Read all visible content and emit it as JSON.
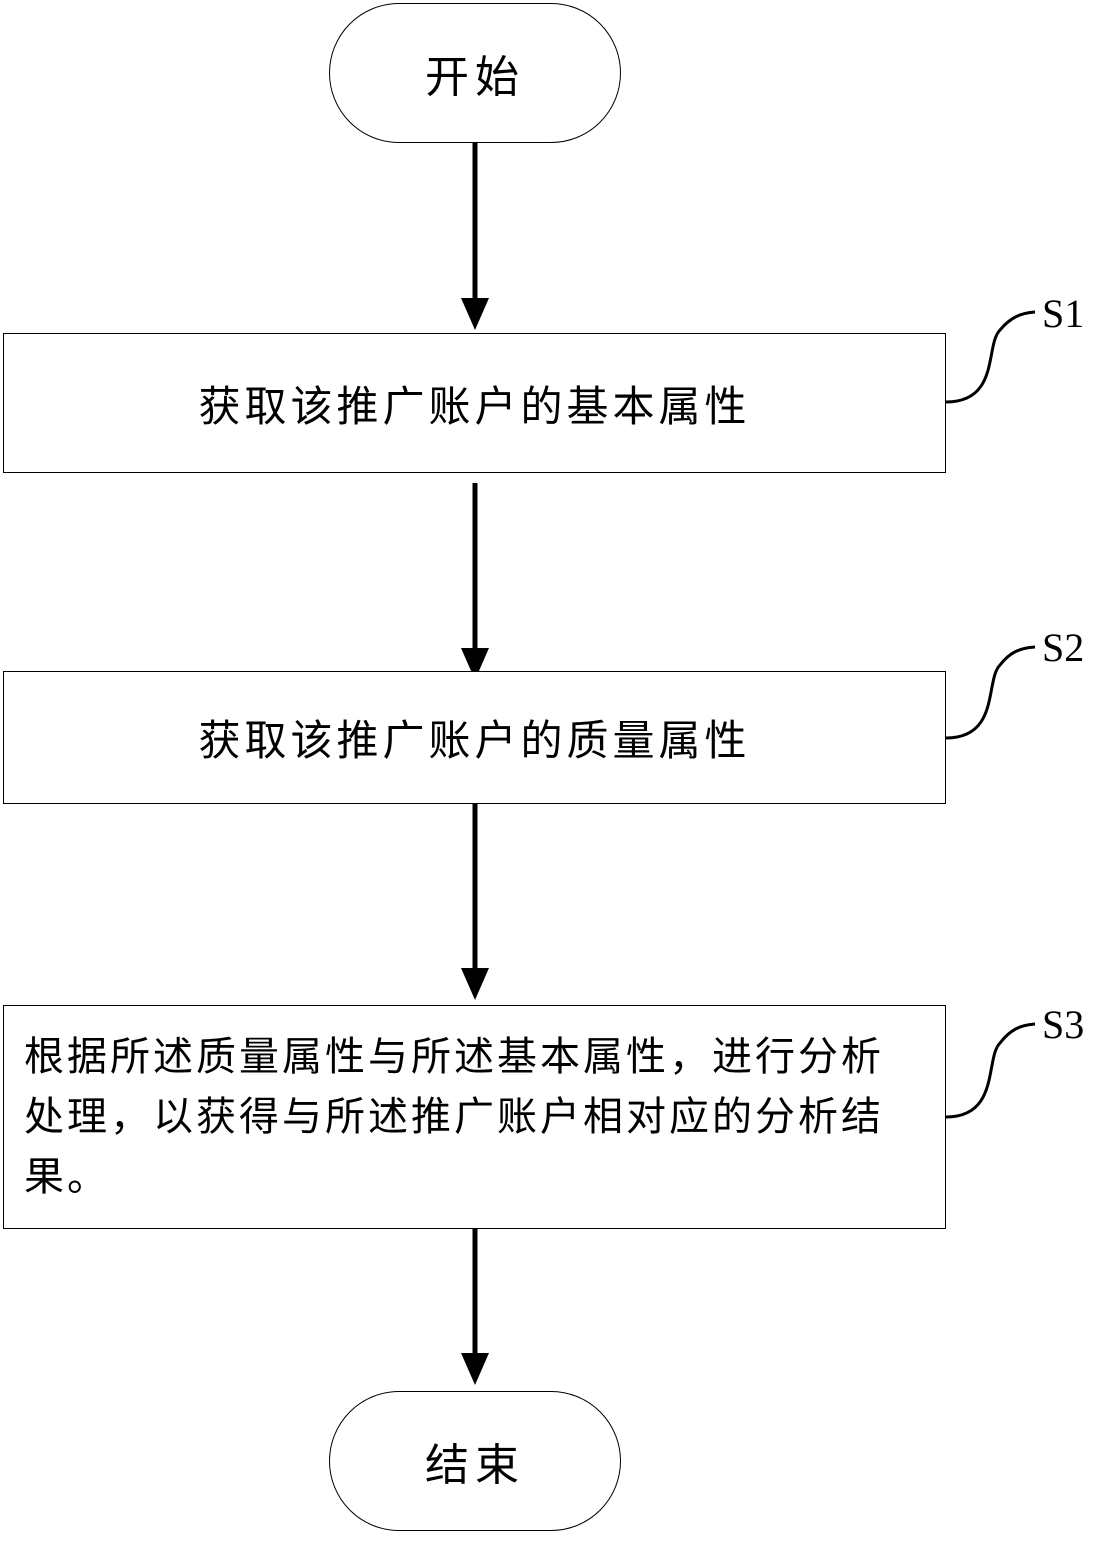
{
  "flowchart": {
    "start": "开始",
    "end": "结束",
    "steps": [
      {
        "id": "S1",
        "text": "获取该推广账户的基本属性"
      },
      {
        "id": "S2",
        "text": "获取该推广账户的质量属性"
      },
      {
        "id": "S3",
        "text": "根据所述质量属性与所述基本属性，进行分析处理，以获得与所述推广账户相对应的分析结果。"
      }
    ]
  },
  "colors": {
    "stroke": "#000000",
    "background": "#ffffff"
  }
}
